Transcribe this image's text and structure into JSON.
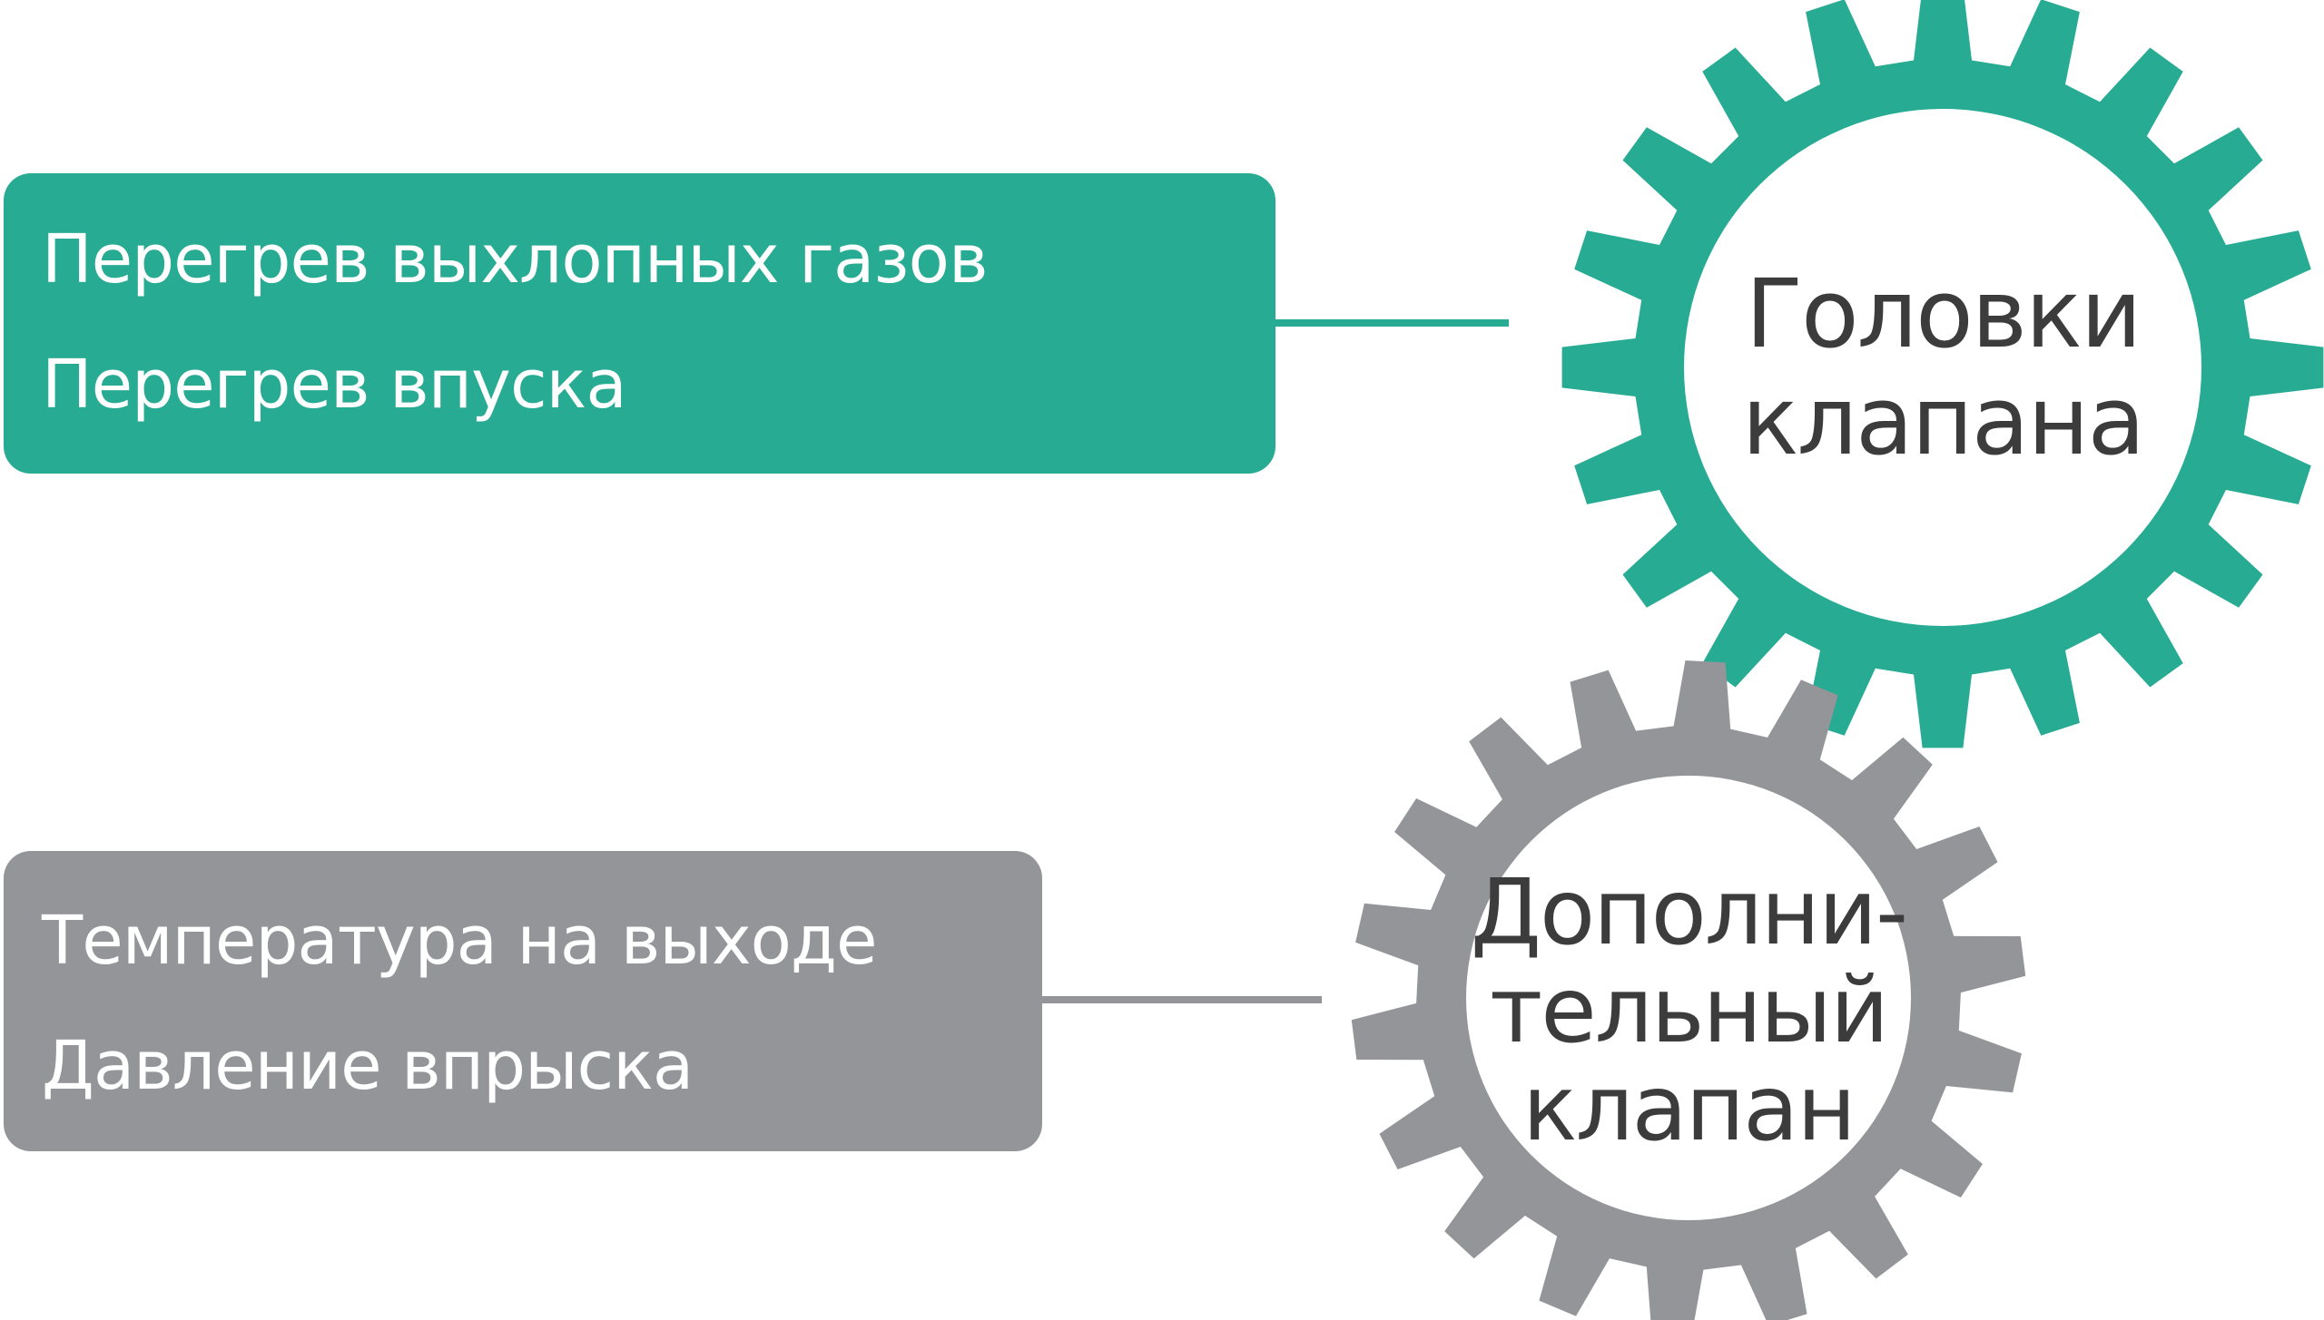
{
  "boxes": {
    "top": {
      "lines": [
        "Перегрев выхлопных газов",
        "Перегрев впуска"
      ],
      "color": "#27ab93"
    },
    "bottom": {
      "lines": [
        "Температура на выходе",
        "Давление впрыска"
      ],
      "color": "#939598"
    }
  },
  "gears": {
    "main": {
      "label_lines": [
        "Головки",
        "клапана"
      ],
      "color": "#27ab93",
      "icon": "gear-icon"
    },
    "secondary": {
      "label_lines": [
        "Дополни-",
        "тельный",
        "клапан"
      ],
      "color": "#939598",
      "icon": "gear-icon"
    }
  },
  "text_color_light": "#ffffff",
  "text_color_dark": "#3c3c3c"
}
